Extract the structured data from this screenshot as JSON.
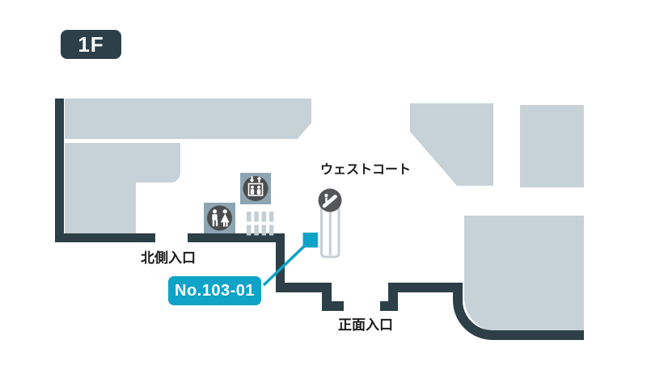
{
  "map": {
    "floor_label": "1F",
    "labels": {
      "west_court": "ウェストコート",
      "north_entrance": "北側入口",
      "front_entrance": "正面入口"
    },
    "location_badge": "No.103-01",
    "icons": {
      "elevator": "elevator-icon",
      "restroom": "restroom-icon",
      "escalator": "escalator-icon",
      "stairs": "stairs-icon",
      "location_marker": "location-marker"
    },
    "colors": {
      "wall_dark": "#2d3f47",
      "area_fill": "#c7d1d8",
      "icon_square_bg": "#8da5b2",
      "icon_circle_bg": "#4b4c4e",
      "track_gray": "#c4ced5",
      "accent_cyan": "#0fa3c7",
      "badge_dark": "#2d4049",
      "text_dark": "#1b1b1b"
    }
  }
}
